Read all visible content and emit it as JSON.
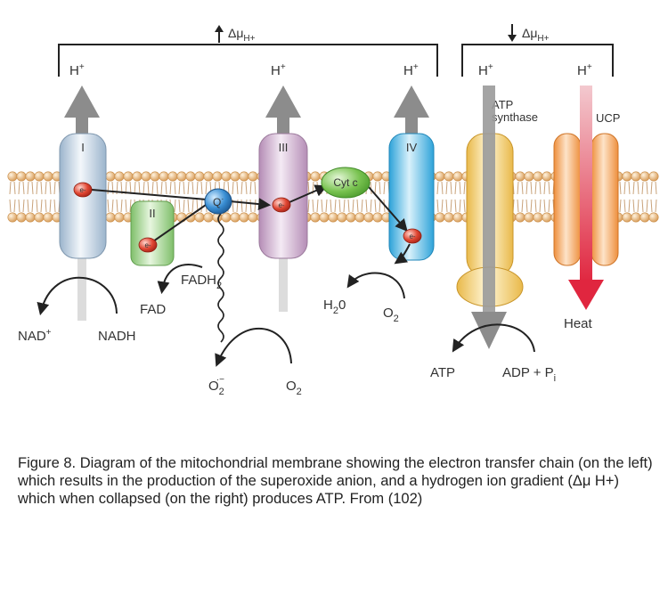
{
  "diagram": {
    "delta_left": "Δμ",
    "delta_right": "Δμ",
    "delta_sub": "H+",
    "h_plus": "H",
    "h_sup": "+",
    "complexes": {
      "c1": "I",
      "c2": "II",
      "c3": "III",
      "c4": "IV",
      "q": "Q",
      "q_sup": "·",
      "cytc": "Cyt c",
      "electron": "e-"
    },
    "labels": {
      "atp_synthase_line1": "ATP",
      "atp_synthase_line2": "synthase",
      "ucp": "UCP",
      "fadh2_main": "FADH",
      "fadh2_sub": "2",
      "fad": "FAD",
      "nad_main": "NAD",
      "nad_sup": "+",
      "nadh": "NADH",
      "h2o_h": "H",
      "h2o_sub": "2",
      "h2o_o": "0",
      "o2_main": "O",
      "o2_sub": "2",
      "superoxide_main": "O",
      "superoxide_sub": "2",
      "superoxide_sup": "·−",
      "heat": "Heat",
      "atp": "ATP",
      "adp_main": "ADP + P",
      "adp_sub": "i"
    }
  },
  "caption": "Figure 8.  Diagram of the mitochondrial membrane showing the electron transfer chain  (on the left) which results in the production of the superoxide anion, and a hydrogen ion gradient  (Δμ H+) which when collapsed (on the right) produces ATP.  From (102)"
}
